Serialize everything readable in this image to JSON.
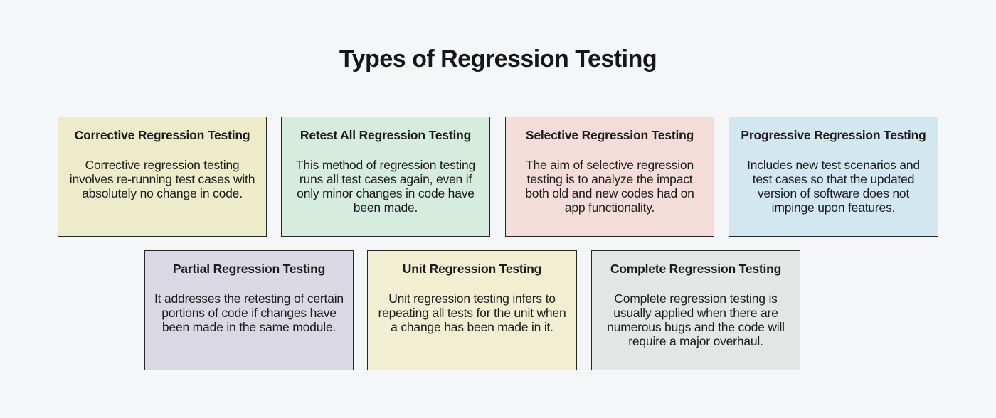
{
  "title": "Types of Regression Testing",
  "colors": {
    "page_bg": "#f5f6f8",
    "card_border": "#27272a",
    "text": "#1b1b1d"
  },
  "cards": [
    {
      "title": "Corrective Regression Testing",
      "body": "Corrective regression testing involves re-running test cases with absolutely no change in code.",
      "bg": "#edecca"
    },
    {
      "title": "Retest All Regression Testing",
      "body": "This method of regression testing runs all test cases again, even if only minor changes in code have been made.",
      "bg": "#d5ecdf"
    },
    {
      "title": "Selective Regression Testing",
      "body": "The aim of selective regression testing is to analyze the impact both old and new codes had on app functionality.",
      "bg": "#f4dcd8"
    },
    {
      "title": "Progressive Regression Testing",
      "body": "Includes new test scenarios and test cases so that the updated version of software does not impinge upon features.",
      "bg": "#d3e7f0"
    },
    {
      "title": "Partial Regression Testing",
      "body": "It addresses the retesting of certain portions of code if changes have been made in the same module.",
      "bg": "#d9d8e3"
    },
    {
      "title": "Unit Regression Testing",
      "body": "Unit regression testing infers to repeating all tests for the unit when a change has been made in it.",
      "bg": "#f2eed1"
    },
    {
      "title": "Complete Regression Testing",
      "body": "Complete regression testing is usually applied when there are numerous bugs and the code will require a major overhaul.",
      "bg": "#e2e7e5"
    }
  ]
}
